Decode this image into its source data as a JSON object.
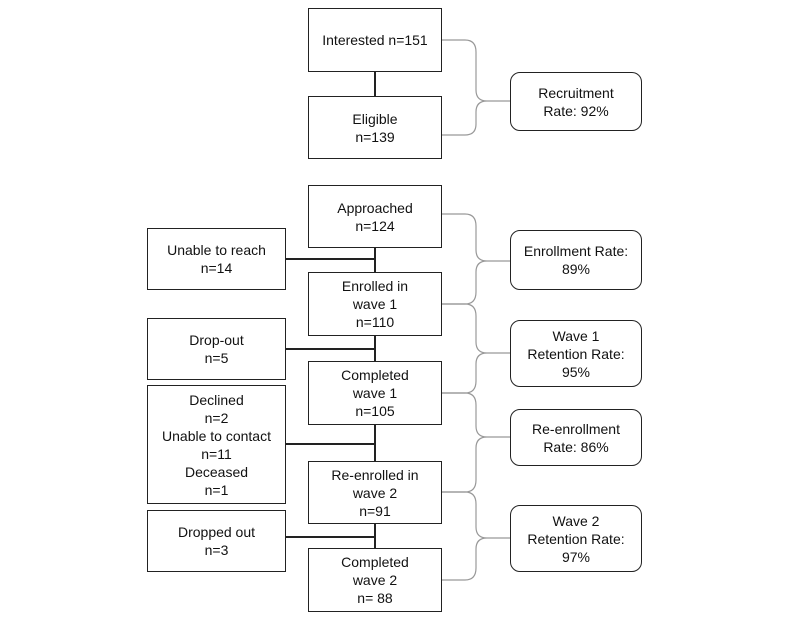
{
  "flow": {
    "interested": [
      "Interested n=151"
    ],
    "eligible": [
      "Eligible",
      "n=139"
    ],
    "approached": [
      "Approached",
      "n=124"
    ],
    "enrolled_wave1": [
      "Enrolled in",
      "wave 1",
      "n=110"
    ],
    "completed_wave1": [
      "Completed",
      "wave 1",
      "n=105"
    ],
    "reenrolled_wave2": [
      "Re-enrolled in",
      "wave 2",
      "n=91"
    ],
    "completed_wave2": [
      "Completed",
      "wave 2",
      "n= 88"
    ]
  },
  "exclusions": {
    "unable_to_reach": [
      "Unable to reach",
      "n=14"
    ],
    "drop_out": [
      "Drop-out",
      "n=5"
    ],
    "declined_etc": [
      "Declined",
      "n=2",
      "Unable to contact",
      "n=11",
      "Deceased",
      "n=1"
    ],
    "dropped_out": [
      "Dropped out",
      "n=3"
    ]
  },
  "rates": {
    "recruitment": [
      "Recruitment",
      "Rate: 92%"
    ],
    "enrollment": [
      "Enrollment Rate:",
      "89%"
    ],
    "wave1_retention": [
      "Wave 1",
      "Retention Rate:",
      "95%"
    ],
    "reenrollment": [
      "Re-enrollment",
      "Rate: 86%"
    ],
    "wave2_retention": [
      "Wave 2",
      "Retention Rate:",
      "97%"
    ]
  },
  "colors": {
    "stroke": "#222222",
    "background": "#ffffff",
    "text": "#111111"
  }
}
